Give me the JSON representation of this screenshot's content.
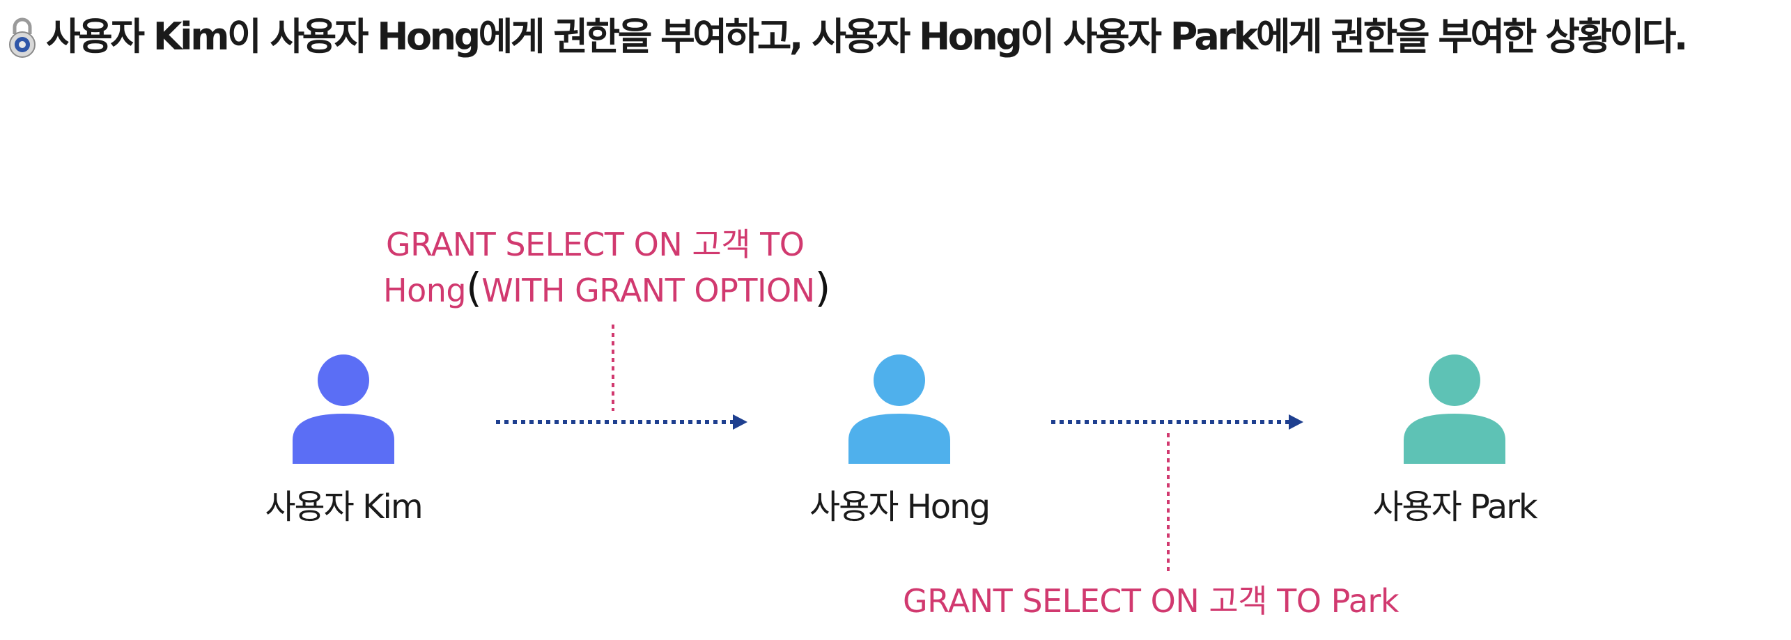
{
  "title": {
    "icon": "lock-icon",
    "text": "사용자 Kim이 사용자 Hong에게 권한을 부여하고, 사용자 Hong이 사용자 Park에게 권한을 부여한 상황이다."
  },
  "users": [
    {
      "label": "사용자 Kim",
      "icon": "person-icon",
      "color": "#5b6ef5"
    },
    {
      "label": "사용자 Hong",
      "icon": "person-icon",
      "color": "#4fb0ec"
    },
    {
      "label": "사용자 Park",
      "icon": "person-icon",
      "color": "#5ec2b5"
    }
  ],
  "grants": [
    {
      "line1": "GRANT SELECT ON 고객 TO",
      "line2_prefix": "Hong",
      "paren_open": "(",
      "line2_inner": "WITH GRANT OPTION",
      "paren_close": ")"
    },
    {
      "line1": "GRANT SELECT ON 고객 TO Park"
    }
  ],
  "colors": {
    "arrow": "#1e3f8f",
    "grant_text": "#d1396f",
    "connector": "#d1396f"
  }
}
